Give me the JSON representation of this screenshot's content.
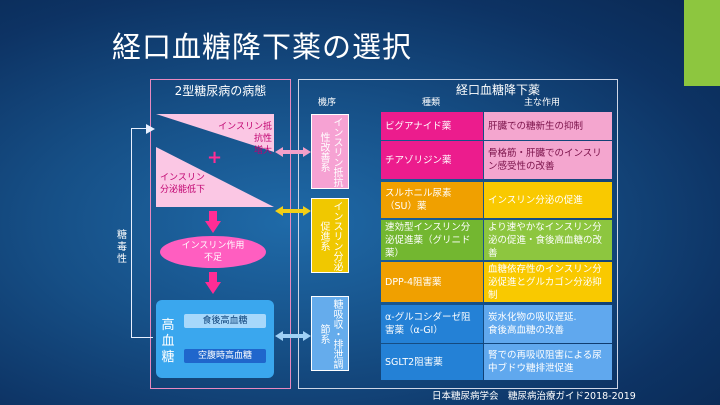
{
  "title": "経口血糖降下薬の選択",
  "left": {
    "header": "2型糖尿病の病態",
    "insulin_resistance": "インスリン抵抗性\n増大",
    "plus": "+",
    "secretion_decline": "インスリン\n分泌能低下",
    "deficiency": "インスリン作用\n不足",
    "hyperglycemia_label": "高血糖",
    "postprandial": "食後高血糖",
    "fasting": "空腹時高血糖",
    "glucotoxicity": "糖毒性"
  },
  "right": {
    "header": "経口血糖降下薬",
    "col_mechanism": "機序",
    "col_type": "種類",
    "col_effect": "主な作用",
    "categories": [
      {
        "label": "インスリン抵抗性改善系"
      },
      {
        "label": "インスリン分泌促進系"
      },
      {
        "label": "糖吸収・排泄調節系"
      }
    ],
    "drugs": [
      {
        "name": "ビグアナイド薬",
        "effect": "肝臓での糖新生の抑制",
        "color": "pink"
      },
      {
        "name": "チアゾリジン薬",
        "effect": "骨格筋・肝臓でのインスリン感受性の改善",
        "color": "pink"
      },
      {
        "name": "スルホニル尿素\n（SU）薬",
        "effect": "インスリン分泌の促進",
        "color": "orange"
      },
      {
        "name": "速効型インスリン分泌促進薬（グリニド薬）",
        "effect": "より速やかなインスリン分泌の促進・食後高血糖の改善",
        "color": "green"
      },
      {
        "name": "DPP-4阻害薬",
        "effect": "血糖依存性のインスリン分泌促進とグルカゴン分泌抑制",
        "color": "orange"
      },
      {
        "name": "α-グルコシダーゼ阻害薬（α-GI）",
        "effect": "炭水化物の吸収遅延.\n食後高血糖の改善",
        "color": "blue"
      },
      {
        "name": "SGLT2阻害薬",
        "effect": "腎での再吸収阻害による尿中ブドウ糖排泄促進",
        "color": "blue"
      }
    ]
  },
  "source": "日本糖尿病学会　糖尿病治療ガイド2018-2019",
  "colors": {
    "accent": "#8dc63f",
    "pink": "#ec1c8d",
    "orange": "#f0a000",
    "green": "#73b730",
    "blue": "#2481d6"
  }
}
